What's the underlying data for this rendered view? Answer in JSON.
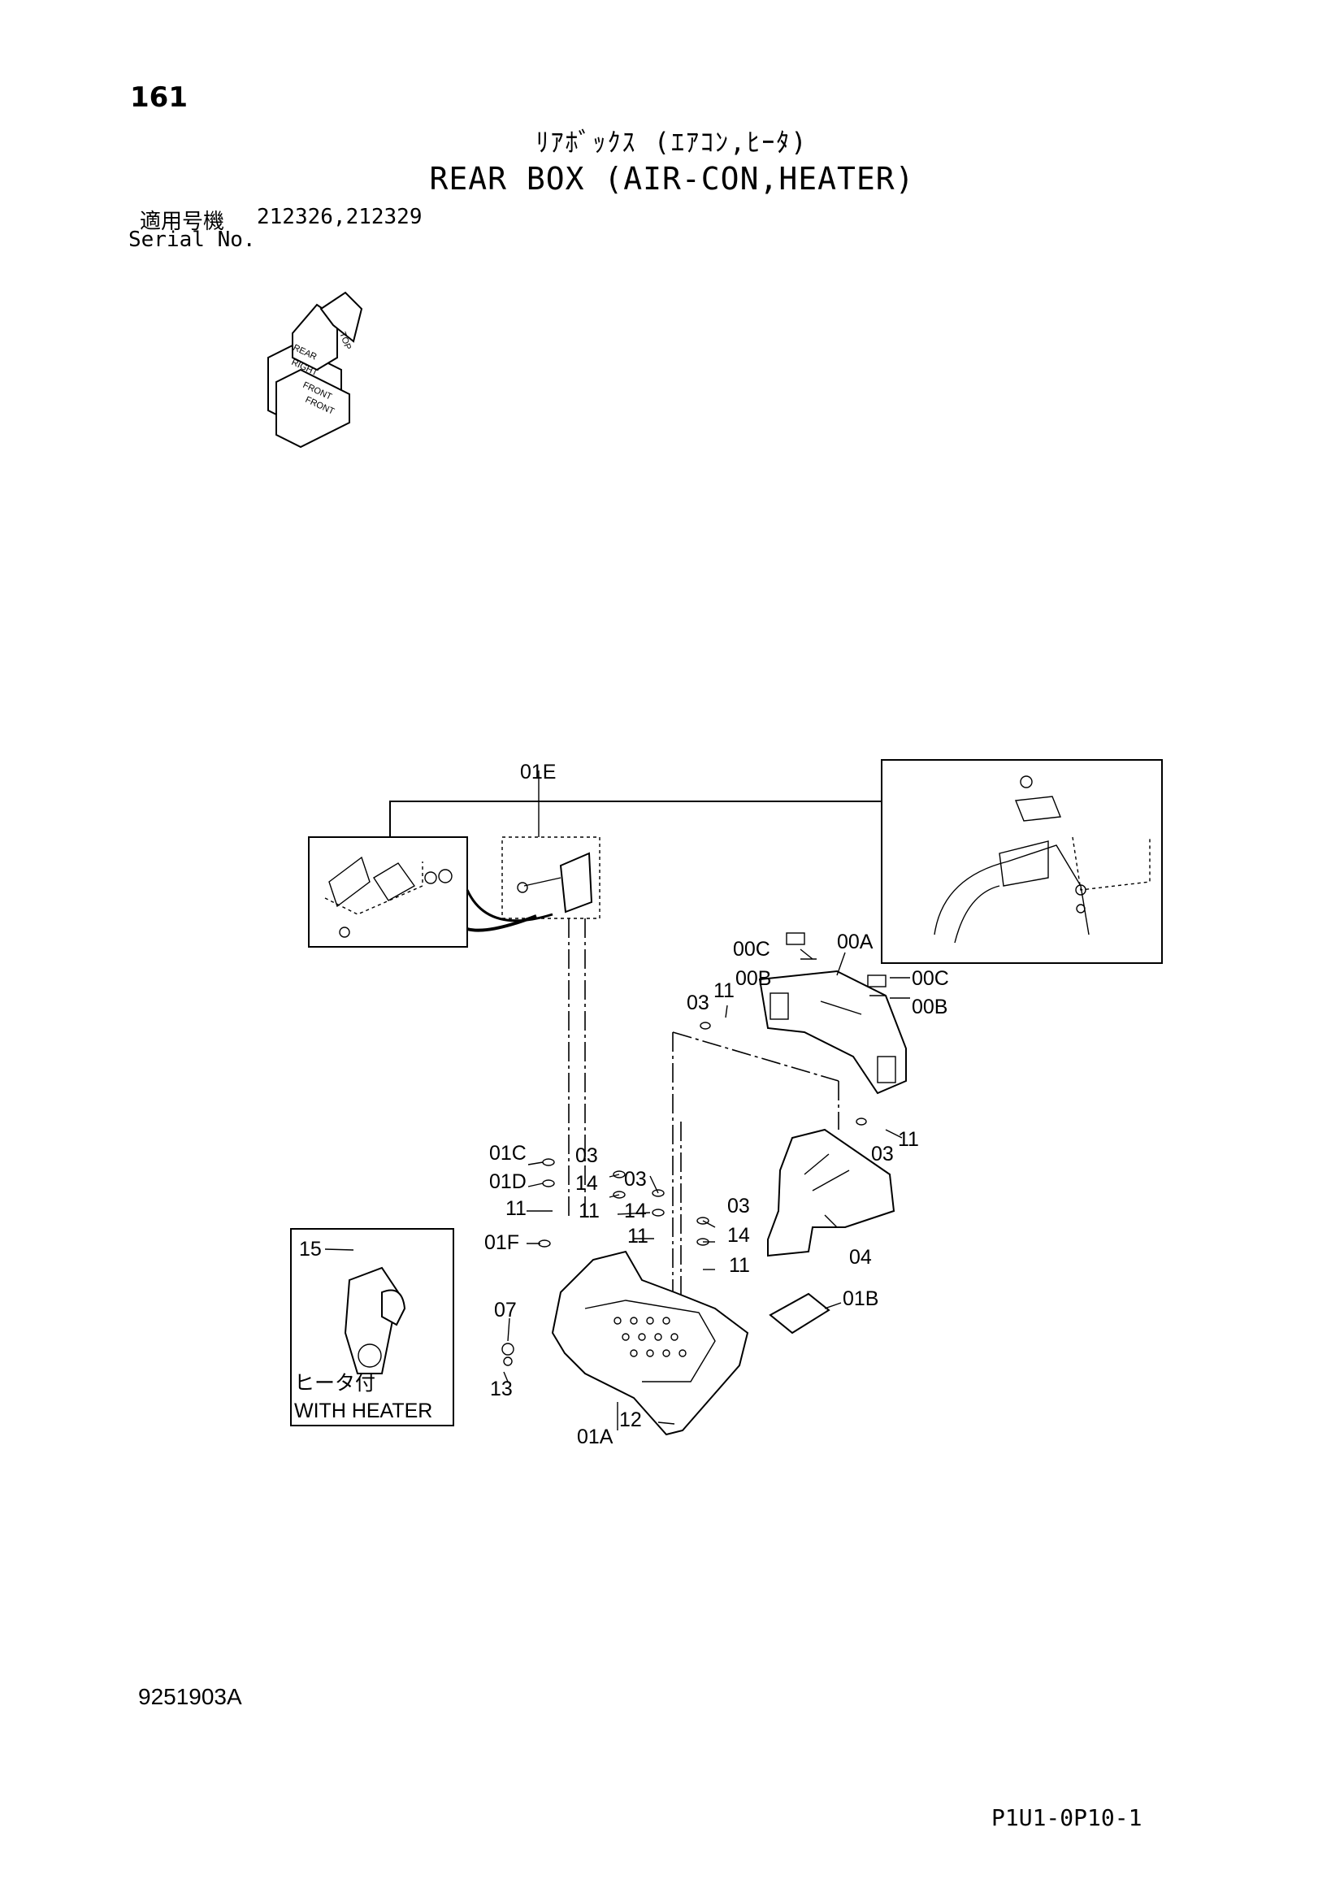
{
  "header": {
    "page_number": "161",
    "title_jp": "ﾘｱﾎﾞｯｸｽ (ｴｱｺﾝ,ﾋｰﾀ)",
    "title_en": "REAR BOX (AIR-CON,HEATER)",
    "serial_label_jp": "適用号機",
    "serial_values": "212326,212329",
    "serial_label_en": "Serial No."
  },
  "orientation_icon": {
    "labels": [
      "TOP",
      "REAR",
      "RIGHT",
      "FRONT",
      "FRONT"
    ]
  },
  "callouts": {
    "p01E": "01E",
    "p00C_a": "00C",
    "p00A": "00A",
    "p00B_a": "00B",
    "p00C_b": "00C",
    "p00B_b": "00B",
    "p03_a": "03",
    "p11_a": "11",
    "p11_b": "11",
    "p03_b": "03",
    "p01C": "01C",
    "p01D": "01D",
    "p11_c": "11",
    "p01F": "01F",
    "p03_c": "03",
    "p14_a": "14",
    "p03_d": "03",
    "p11_d": "11",
    "p14_b": "14",
    "p11_e": "11",
    "p03_e": "03",
    "p14_c": "14",
    "p11_f": "11",
    "p04": "04",
    "p01B": "01B",
    "p07": "07",
    "p13": "13",
    "p12": "12",
    "p01A": "01A",
    "p15": "15"
  },
  "inset_heater": {
    "label_jp": "ヒータ付",
    "label_en": "WITH HEATER"
  },
  "footer": {
    "doc_code": "9251903A",
    "sheet_code": "P1U1-0P10-1"
  }
}
